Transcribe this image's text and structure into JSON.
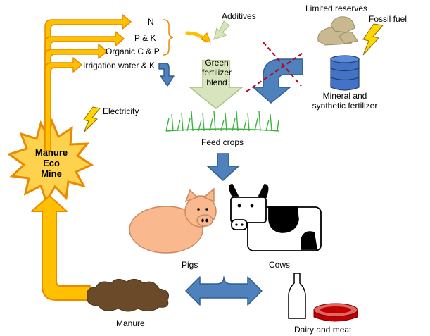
{
  "nutrients": {
    "n": "N",
    "pk": "P & K",
    "organic_cp": "Organic C & P",
    "irrigation": "Irrigation water & K"
  },
  "additives": "Additives",
  "limited_reserves": "Limited reserves",
  "fossil_fuel": "Fossil fuel",
  "green_fertilizer": [
    "Green",
    "fertilizer",
    "blend"
  ],
  "mineral_fertilizer": [
    "Mineral and",
    "synthetic fertilizer"
  ],
  "electricity": "Electricity",
  "manure_eco_mine": [
    "Manure",
    "Eco",
    "Mine"
  ],
  "feed_crops": "Feed crops",
  "pigs": "Pigs",
  "cows": "Cows",
  "manure": "Manure",
  "dairy_and_meat": "Dairy and meat",
  "colors": {
    "orange_arrow": "#FFC000",
    "orange_stroke": "#E98A00",
    "blue": "#4F81BD",
    "blue_stroke": "#2F5F93",
    "light_green": "#D7E4BD",
    "grass": "#3CB43C",
    "pig": "#F9B88E",
    "manure": "#6B4A2A",
    "mine_fill": "#FFD24D",
    "mine_stroke": "#E98A00",
    "cross": "#C0001A"
  }
}
